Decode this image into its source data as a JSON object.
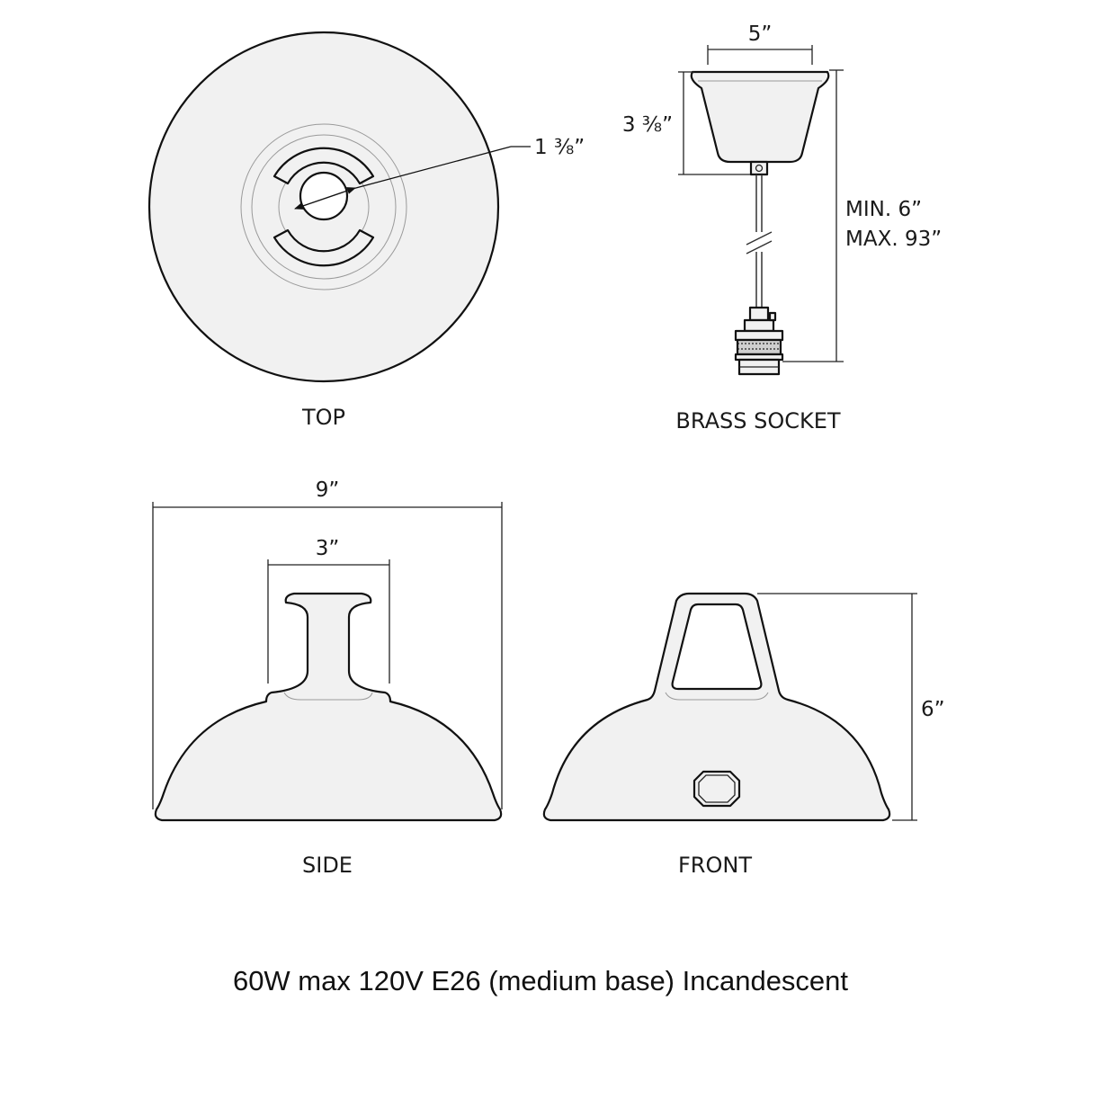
{
  "views": {
    "top": {
      "label": "TOP",
      "hole_dim": "1 ⅜”"
    },
    "socket": {
      "label": "BRASS SOCKET",
      "width_dim": "5”",
      "height_dim": "3 ⅜”",
      "min_length": "MIN. 6”",
      "max_length": "MAX. 93”"
    },
    "side": {
      "label": "SIDE",
      "width_dim": "9”",
      "neck_dim": "3”"
    },
    "front": {
      "label": "FRONT",
      "height_dim": "6”"
    }
  },
  "spec_line": "60W max 120V E26 (medium base) Incandescent"
}
